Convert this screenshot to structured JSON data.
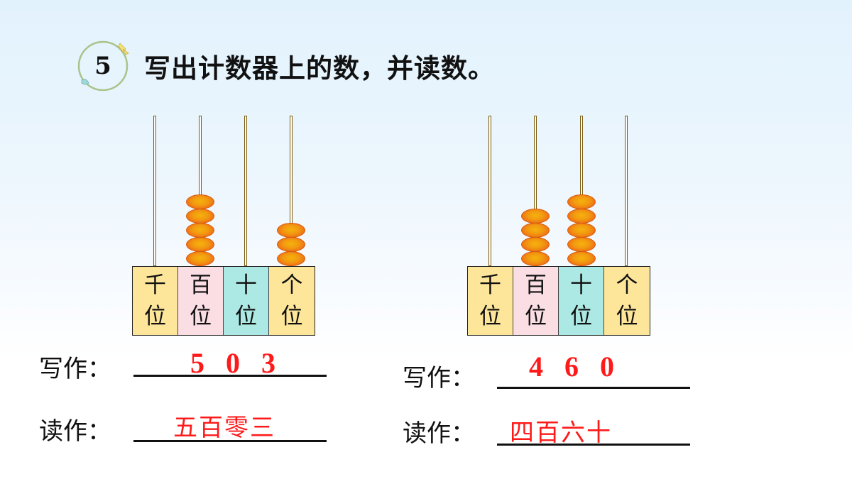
{
  "question": {
    "number": "5",
    "title": "写出计数器上的数，并读数。"
  },
  "labels": {
    "write": "写作：",
    "read": "读作："
  },
  "colors": {
    "thousands_bg": "#fde69a",
    "hundreds_bg": "#fbdde4",
    "tens_bg": "#ace9e4",
    "ones_bg": "#fde69a",
    "bead": "#f29a10",
    "answer": "#ff1a1a"
  },
  "abacuses": [
    {
      "places": [
        {
          "top": "千",
          "bottom": "位",
          "beads": 0
        },
        {
          "top": "百",
          "bottom": "位",
          "beads": 5
        },
        {
          "top": "十",
          "bottom": "位",
          "beads": 0
        },
        {
          "top": "个",
          "bottom": "位",
          "beads": 3
        }
      ],
      "written": "503",
      "read": "五百零三"
    },
    {
      "places": [
        {
          "top": "千",
          "bottom": "位",
          "beads": 0
        },
        {
          "top": "百",
          "bottom": "位",
          "beads": 4
        },
        {
          "top": "十",
          "bottom": "位",
          "beads": 5
        },
        {
          "top": "个",
          "bottom": "位",
          "beads": 0
        }
      ],
      "written": "460",
      "read": "四百六十"
    }
  ]
}
